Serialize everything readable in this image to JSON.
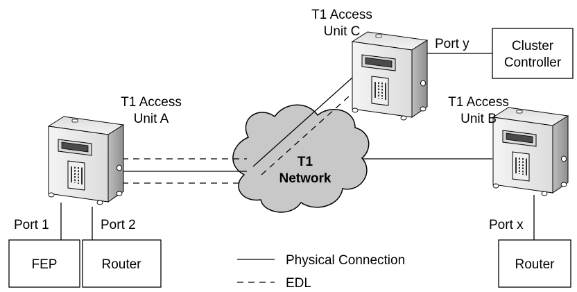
{
  "units": {
    "a": {
      "line1": "T1 Access",
      "line2": "Unit A"
    },
    "b": {
      "line1": "T1 Access",
      "line2": "Unit B"
    },
    "c": {
      "line1": "T1 Access",
      "line2": "Unit C"
    }
  },
  "network": {
    "line1": "T1",
    "line2": "Network"
  },
  "ports": {
    "port1": "Port 1",
    "port2": "Port 2",
    "portx": "Port x",
    "porty": "Port y"
  },
  "devices": {
    "fep": "FEP",
    "router_a": "Router",
    "router_b": "Router",
    "cluster_line1": "Cluster",
    "cluster_line2": "Controller"
  },
  "legend": {
    "physical": "Physical Connection",
    "edl": "EDL"
  },
  "colors": {
    "cloud_fill": "#c8c8c8",
    "unit_body": "#e6e6e6"
  }
}
